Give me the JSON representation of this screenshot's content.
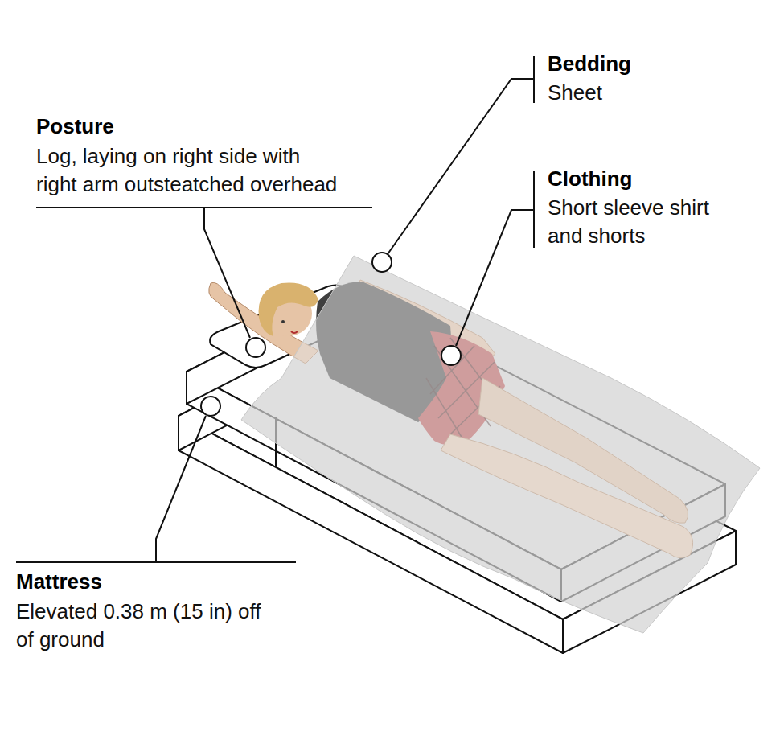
{
  "diagram": {
    "labels": [
      "Bedding",
      "Sheet",
      "Posture",
      "Log, laying on right side with right arm outsteatched overhead",
      "Clothing",
      "Short sleeve shirt and shorts",
      "Mattress",
      "Elevated 0.38 m (15 in) off of ground"
    ]
  }
}
